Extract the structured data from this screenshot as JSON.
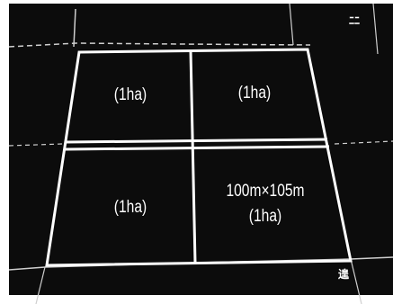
{
  "map": {
    "plots": [
      {
        "id": "top-left",
        "label": "(1ha)"
      },
      {
        "id": "top-right",
        "label": "(1ha)"
      },
      {
        "id": "bottom-left",
        "label": "(1ha)"
      },
      {
        "id": "bottom-right",
        "dimensions": "100m×105m",
        "label": "(1ha)"
      }
    ],
    "corner_marks": {
      "top_right": "ﾆﾆ",
      "bottom_right": "遑"
    },
    "colors": {
      "background": "#0c0c0c",
      "field_lines": "#ffffff",
      "outer_paths": "#cfcfcf"
    }
  }
}
